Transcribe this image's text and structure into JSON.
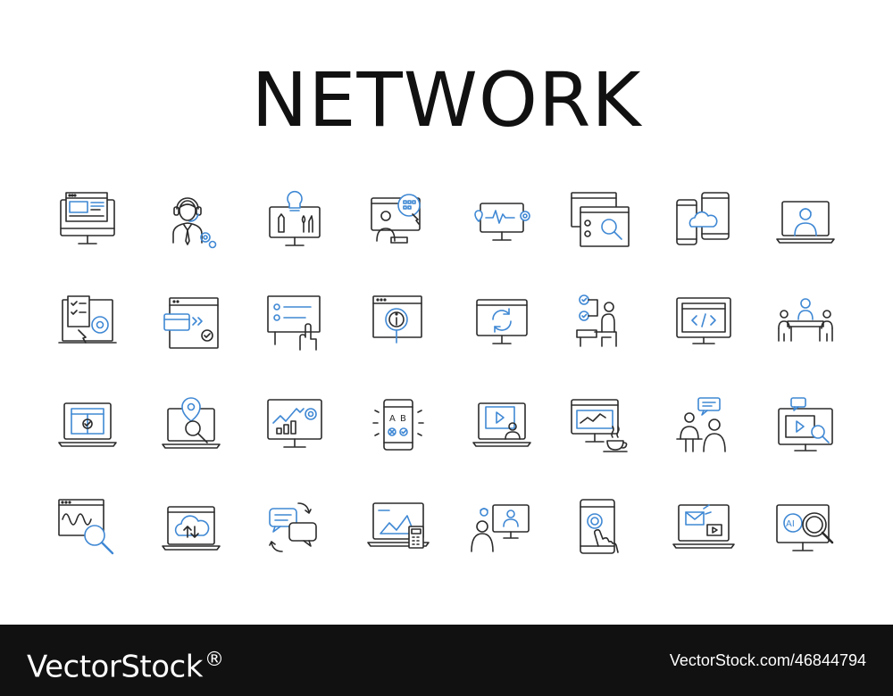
{
  "header": {
    "title": "NETWORK"
  },
  "footer": {
    "brand": "VectorStock",
    "registered_mark": "®",
    "image_ref": "VectorStock.com/46844794",
    "background": "#111111",
    "text_color": "#ffffff"
  },
  "colors": {
    "stroke": "#2b2b2b",
    "accent": "#3f88d4",
    "background": "#ffffff"
  },
  "icons": [
    [
      "browser-layout-monitor-icon",
      "support-agent-headset-icon",
      "idea-tools-monitor-icon",
      "person-dashboard-screen-icon",
      "location-pulse-monitor-icon",
      "browser-search-windows-icon",
      "devices-cloud-sync-icon",
      "laptop-user-avatar-icon"
    ],
    [
      "checklist-gear-document-icon",
      "payment-card-browser-icon",
      "presentation-board-pointer-icon",
      "browser-info-search-icon",
      "monitor-refresh-icon",
      "checklist-person-desk-icon",
      "monitor-code-icon",
      "team-meeting-table-icon"
    ],
    [
      "laptop-window-check-icon",
      "laptop-location-search-icon",
      "monitor-growth-chart-icon",
      "tablet-quiz-icon",
      "laptop-video-player-icon",
      "monitor-chart-coffee-icon",
      "chat-people-discussion-icon",
      "monitor-video-search-icon"
    ],
    [
      "browser-wave-search-icon",
      "laptop-cloud-upload-icon",
      "chat-bubbles-sync-icon",
      "laptop-chart-calculator-icon",
      "video-call-people-icon",
      "tablet-touch-hand-icon",
      "laptop-email-video-icon",
      "monitor-ai-search-icon"
    ]
  ]
}
